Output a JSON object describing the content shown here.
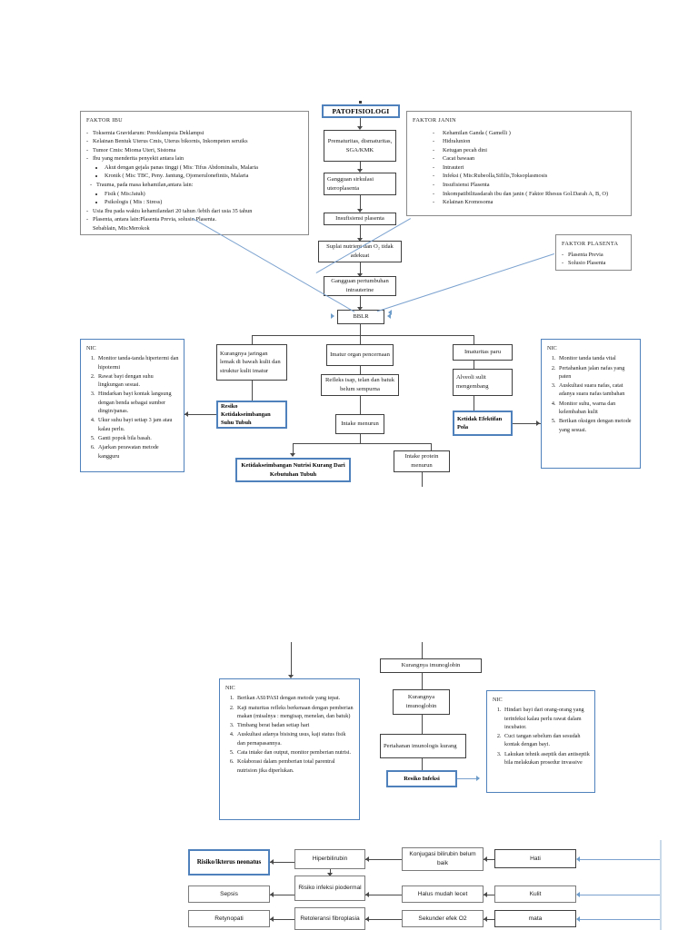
{
  "diagram": {
    "title": "PATOFISIOLOGI",
    "root_node": "BBLR"
  },
  "faktor_ibu": {
    "title": "FAKTOR IBU",
    "items": [
      "Toksemia Gravidarum: Preeklampsia Deklampsi",
      "Kelainan Bentuk Uterus Cmis, Uterus bikornis, Inkompeten seruiks",
      "Tumor Cmis: Mioma Uteri, Sistoma",
      "Ibu yang menderita penyekit antara lain"
    ],
    "sub_items_1": [
      "Akut dengan gejala panas tinggi ( Mis: Tifus Abdominalis, Malaria",
      "Kronik ( Mis: TBC, Peny. Jantung, Ojomerulonefintis, Malaria"
    ],
    "item_trauma": "Trauma, pada masa kehamilan,antara lain:",
    "sub_items_2": [
      "Fisik ( Mis:Jatuh)",
      "Psikologis ( Mis : Stress)"
    ],
    "items_tail": [
      "Usia Ibu pada waktu kehamilandari 20 tahun /lebih dari usia 35 tahun",
      "Plasenta, antara lain:Plasenta Previa, solusio Plasenta."
    ],
    "last_line": "Sebablain, Mis:Merokok"
  },
  "faktor_janin": {
    "title": "FAKTOR  JANIN",
    "items": [
      "Kehamilan Ganda ( Gamelli )",
      "Hidralunion",
      "Ketugan pecah dini",
      "Cacat bawaan",
      "Intrauteri",
      "Infeksi ( Mis:Rubeolla,Sifilis,Toksoplasmosis",
      "Insufisiensi Plasenta",
      "Inkompatibilitasdarah ibu dan janin ( Faktor Rhesus Gol.Darah A, B, O)",
      "Kelainan Kromosoma"
    ]
  },
  "faktor_plasenta": {
    "title": "FAKTOR PLASENTA",
    "items": [
      "Plasenta Previa",
      "Solusio Plasenta"
    ]
  },
  "central_chain": {
    "n1": "Prematuritas, dismaturitas, SGA/KMK",
    "n2": "Gangguan sirkulasi uteroplasenta",
    "n3": "Insufisiensi plasenta",
    "n4": "Suplai nutrient dan O₂ tidak adekuat",
    "n5": "Gangguan pertumbuhan intrauterine",
    "n6": "BBLR"
  },
  "branch_left": {
    "n1": "Kurangnya jaringan lemak di bawah kulit dan struktur  kulit imatur",
    "diagnosis": "Resiko Ketidakseimbangan Suhu Tubuh"
  },
  "branch_mid": {
    "n1": "Imatur organ pencernaan",
    "n2": "Refleks isap, telan dan batuk belum sempurna",
    "n3": "Intake menurun",
    "diagnosis": "Ketidakseimbangan Nutrisi Kurang Dari Kebutuhan Tubuh",
    "n4": "Intake protein menurun"
  },
  "branch_right": {
    "n1": "Imaturitas paru",
    "n2": "Alveoli sulit mengembang",
    "diagnosis": "Ketidak Efektifan Pola"
  },
  "nic_suhu": {
    "title": "NIC",
    "items": [
      "Monitor  tanda-tanda hipertermi dan hipotermi",
      "Rawat bayi dengan suhu lingkungan sesuai.",
      "Hindarkan bayi kontak langsung dengan benda sebagai sumber dingin/panas.",
      "Ukur suhu bayi setiap 3 jam atau kalau perlu.",
      "Ganti popok bila basah.",
      "Ajarkan perawatan metode kangguru"
    ]
  },
  "nic_nafas": {
    "title": "NIC",
    "items": [
      "Monitor tanda tanda vital",
      "Pertahankan jalan nafas yang paten",
      "Auskultasi suara nafas, catat adanya suara nafas tambahan",
      "Monitor suhu, warna dan kelembaban kulit",
      "Berikan oksigen dengan metode yang sesuai."
    ]
  },
  "nic_nutrisi": {
    "title": "NIC",
    "items": [
      "Berikan ASI/PASI dengan metode yang tepat.",
      "Kaji maturitas refleks berkenaan dengan pemberian makan (misalnya : mengisap, menelan, dan batuk)",
      "Timbang berat badan setiap hari",
      "Auskultasi adanya bisising usus, kaji status fisik dan pernapasannya.",
      "Cata intake dan output, monitor pemberian nutrisi.",
      "Kolaborasi dalam pemberian total parentral nutrision jika diperlukan."
    ]
  },
  "nic_infeksi": {
    "title": "NIC",
    "items": [
      "Hindari bayi dari orang-orang yang terinfeksi kalau perlu rawat dalam incubator.",
      "Cuci tangan sebelum dan sesudah kontak dengan bayi.",
      "Lakukan tehnik aseptik dan antiseptik bila melakukan prosedur invassive"
    ]
  },
  "immune_chain": {
    "n1": "Kurangnya imunoglobin",
    "n2": "Kurangnya imunoglobin",
    "n3": "Pertahanan imunologis kurang",
    "diagnosis": "Resiko Infeksi"
  },
  "bottom_grid": {
    "row1": {
      "diagnosis": "Risiko/ikterus neonatus",
      "c2": "Hiperbilirubin",
      "c3": "Konjugasi bilirubin belum baik",
      "c4": "Hati"
    },
    "row2": {
      "c1": "Sepsis",
      "c2": "Risiko infeksi piodermal",
      "c3": "Halus mudah lecet",
      "c4": "Kulit"
    },
    "row3": {
      "c1": "Retynopati",
      "c2": "Retoleransi fibroplasia",
      "c3": "Sekunder efek O2",
      "c4": "mata"
    }
  },
  "colors": {
    "accent_blue": "#4f81bd",
    "line_grey": "#7b7b7b",
    "arrow_blue": "#6d9ccb"
  }
}
